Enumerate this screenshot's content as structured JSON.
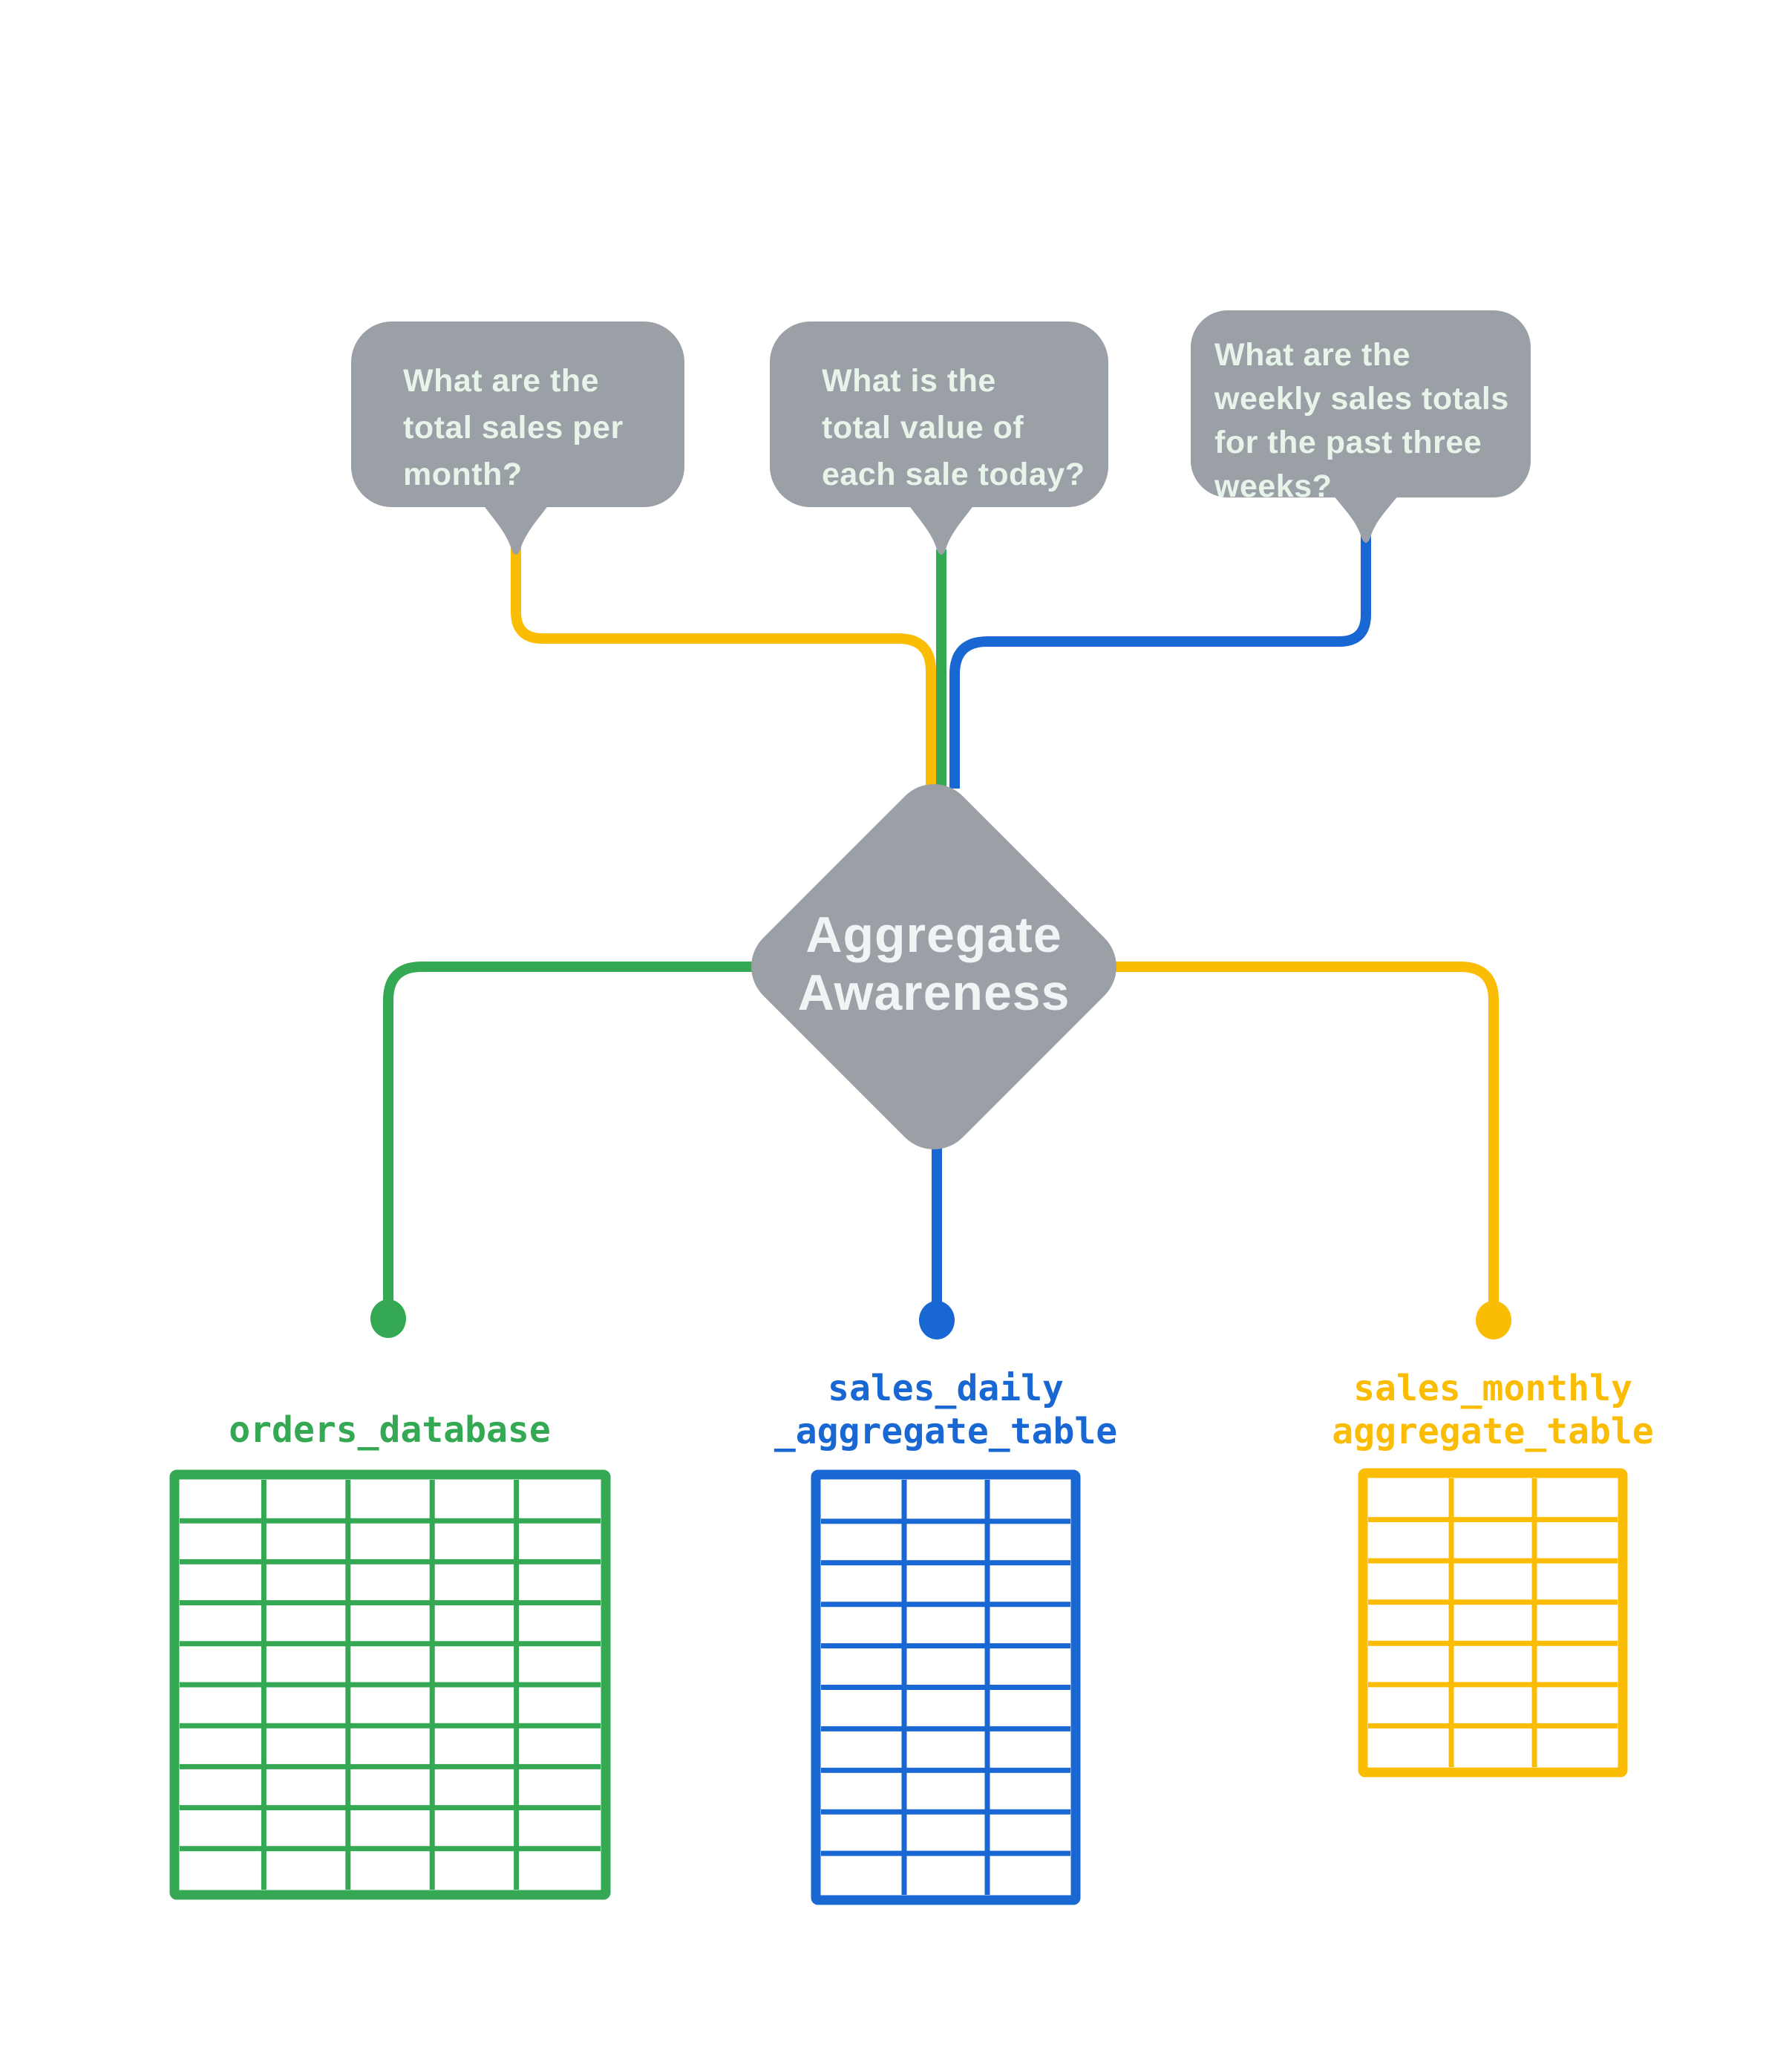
{
  "title": "Aggregate Awareness diagram",
  "colors": {
    "gray": "#9AA0A6",
    "bubble_text": "#E6F4EA",
    "diamond_text": "#F1F3F4",
    "green": "#34A853",
    "blue": "#1967D2",
    "yellow": "#FBBC04",
    "background": "#FFFFFF"
  },
  "bubbles": [
    {
      "id": "question-monthly",
      "lines": [
        "What are the",
        "total sales per",
        "month?"
      ],
      "connector_color": "yellow"
    },
    {
      "id": "question-daily",
      "lines": [
        "What is the",
        "total value of",
        "each sale today?"
      ],
      "connector_color": "green"
    },
    {
      "id": "question-weekly",
      "lines": [
        "What are the",
        "weekly sales totals",
        "for the past three",
        "weeks?"
      ],
      "connector_color": "blue"
    }
  ],
  "diamond": {
    "lines": [
      "Aggregate",
      "Awareness"
    ]
  },
  "tables": [
    {
      "name": "orders_database",
      "label_lines": [
        "orders_database"
      ],
      "color": "green",
      "columns": 5,
      "rows": 10
    },
    {
      "name": "sales_daily_aggregate_table",
      "label_lines": [
        "sales_daily",
        "_aggregate_table"
      ],
      "color": "blue",
      "columns": 3,
      "rows": 10
    },
    {
      "name": "sales_monthly_aggregate_table",
      "label_lines": [
        "sales_monthly",
        "aggregate_table"
      ],
      "color": "yellow",
      "columns": 3,
      "rows": 7
    }
  ]
}
